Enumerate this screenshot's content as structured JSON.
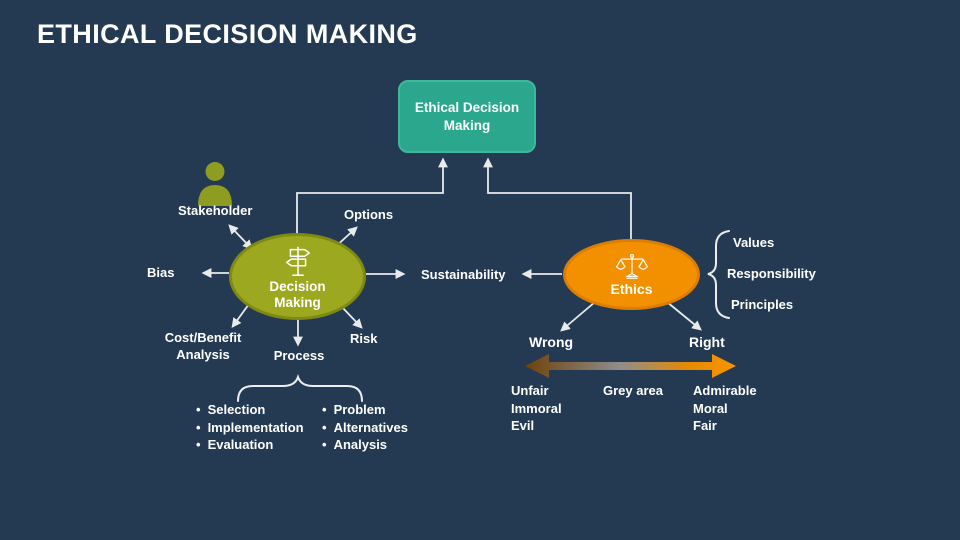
{
  "slide": {
    "title": "ETHICAL DECISION MAKING"
  },
  "colors": {
    "background": "#243a53",
    "teal_box": "#2aa78c",
    "olive_fill": "#9ca81f",
    "olive_border": "#7f8a12",
    "orange_fill": "#f39000",
    "orange_border": "#dd7e04",
    "connector": "#e9eaea",
    "spectrum_left": "#6e4209",
    "spectrum_mid": "#8f8d8c",
    "spectrum_right": "#f79400"
  },
  "top_box": {
    "label": "Ethical Decision Making"
  },
  "decision": {
    "label": "Decision Making",
    "icon": "signpost-icon",
    "stakeholder_label": "Stakeholder",
    "stakeholder_icon": "person-icon",
    "options_label": "Options",
    "bias_label": "Bias",
    "sustainability_label": "Sustainability",
    "cost_benefit_label": "Cost/Benefit Analysis",
    "process_label": "Process",
    "risk_label": "Risk",
    "process_items_left": [
      "Selection",
      "Implementation",
      "Evaluation"
    ],
    "process_items_right": [
      "Problem",
      "Alternatives",
      "Analysis"
    ]
  },
  "ethics": {
    "label": "Ethics",
    "icon": "scales-icon",
    "attributes": [
      "Values",
      "Responsibility",
      "Principles"
    ],
    "wrong_label": "Wrong",
    "right_label": "Right",
    "grey_area_label": "Grey area",
    "wrong_items": [
      "Unfair",
      "Immoral",
      "Evil"
    ],
    "right_items": [
      "Admirable",
      "Moral",
      "Fair"
    ]
  }
}
